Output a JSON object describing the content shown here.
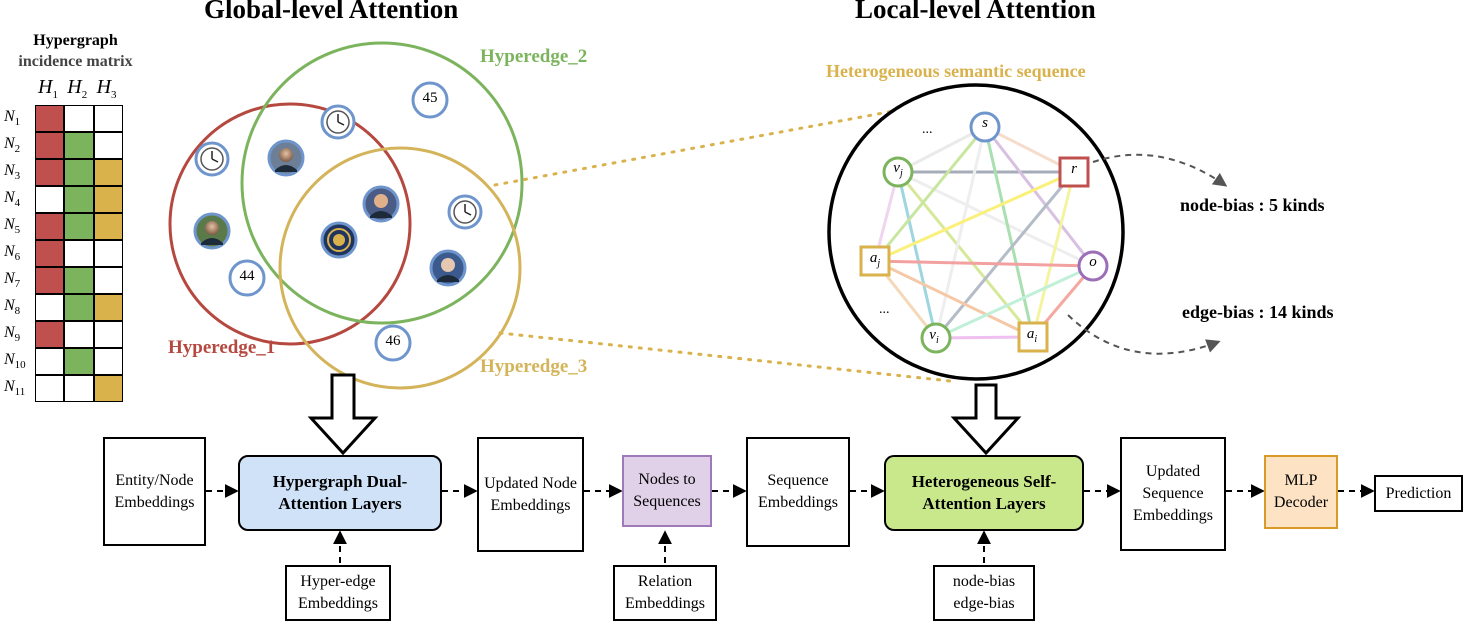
{
  "titles": {
    "global": "Global-level Attention",
    "local": "Local-level Attention"
  },
  "matrix": {
    "title_line1": "Hypergraph",
    "title_line2": "incidence matrix",
    "col_base": "H",
    "cols": [
      "1",
      "2",
      "3"
    ],
    "row_base": "N",
    "rows": [
      "1",
      "2",
      "3",
      "4",
      "5",
      "6",
      "7",
      "8",
      "9",
      "10",
      "11"
    ],
    "colors": {
      "1": "#c0504d",
      "2": "#7cb45e",
      "3": "#d9b24c"
    },
    "cells": [
      [
        1,
        0,
        0
      ],
      [
        1,
        1,
        0
      ],
      [
        1,
        1,
        1
      ],
      [
        0,
        1,
        1
      ],
      [
        1,
        1,
        1
      ],
      [
        1,
        0,
        0
      ],
      [
        1,
        1,
        0
      ],
      [
        0,
        1,
        1
      ],
      [
        1,
        0,
        0
      ],
      [
        0,
        1,
        0
      ],
      [
        0,
        0,
        1
      ]
    ]
  },
  "hyperedges": {
    "h1": {
      "label": "Hyperedge_1",
      "color": "#b5483f"
    },
    "h2": {
      "label": "Hyperedge_2",
      "color": "#7cb45e"
    },
    "h3": {
      "label": "Hyperedge_3",
      "color": "#d4b45a"
    }
  },
  "numbers": [
    "45",
    "44",
    "46"
  ],
  "semantic_seq_label": "Heterogeneous semantic sequence",
  "seq_nodes": {
    "s": "s",
    "vj_base": "v",
    "vj_sub": "j",
    "r": "r",
    "aj_base": "a",
    "aj_sub": "j",
    "o": "o",
    "vi_base": "v",
    "vi_sub": "i",
    "ai_base": "a",
    "ai_sub": "i",
    "ellipsis": "..."
  },
  "bias": {
    "node": "node-bias : 5 kinds",
    "edge": "edge-bias : 14 kinds"
  },
  "pipeline": {
    "entity": "Entity/Node Embeddings",
    "hdal": "Hypergraph Dual-Attention Layers",
    "updated_node": "Updated Node Embeddings",
    "n2s": "Nodes to Sequences",
    "seq_emb": "Sequence Embeddings",
    "hsal": "Heterogeneous Self-Attention Layers",
    "updated_seq": "Updated Sequence Embeddings",
    "mlp": "MLP Decoder",
    "pred": "Prediction",
    "hyperedge_emb": "Hyper-edge Embeddings",
    "relation_emb": "Relation Embeddings",
    "bias_input_1": "node-bias",
    "bias_input_2": "edge-bias"
  },
  "colors": {
    "hdal_fill": "#cfe2f8",
    "n2s_fill": "#e0d0e8",
    "n2s_border": "#a07ab8",
    "hsal_fill": "#c9e88c",
    "mlp_fill": "#fde3c4",
    "mlp_border": "#d89b2a",
    "node_blue": "#6f95cd",
    "node_green": "#7cb45e",
    "node_red": "#c0504d",
    "node_yellow": "#d9b24c",
    "node_purple": "#9a6fb7"
  }
}
